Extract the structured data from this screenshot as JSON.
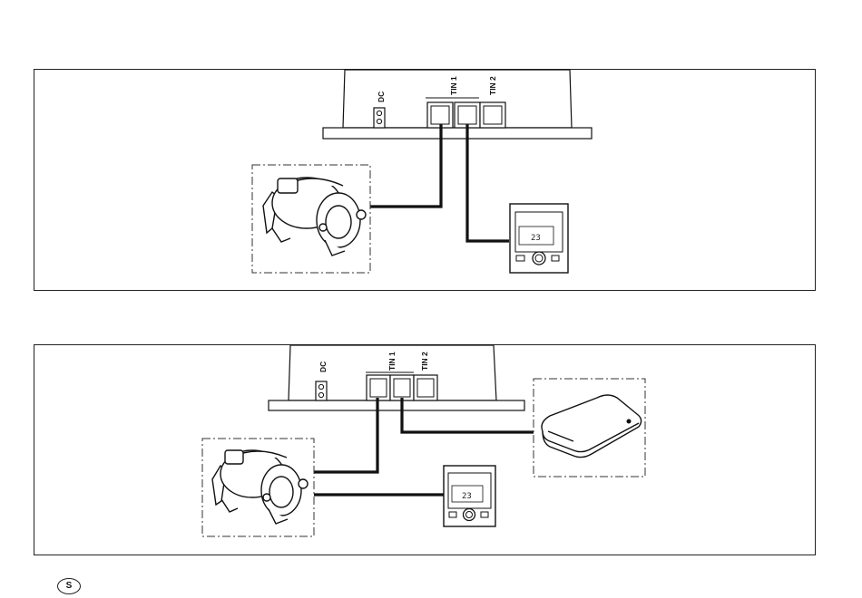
{
  "diagrams": [
    {
      "ports": {
        "dc": "DC",
        "tin1": "TIN 1",
        "tin2": "TIN 2"
      },
      "panel_display": "23"
    },
    {
      "ports": {
        "dc": "DC",
        "tin1": "TIN 1",
        "tin2": "TIN 2"
      },
      "panel_display": "23"
    }
  ],
  "language_badge": "S",
  "colors": {
    "line": "#111111",
    "dash": "#333333",
    "paper": "#ffffff"
  }
}
